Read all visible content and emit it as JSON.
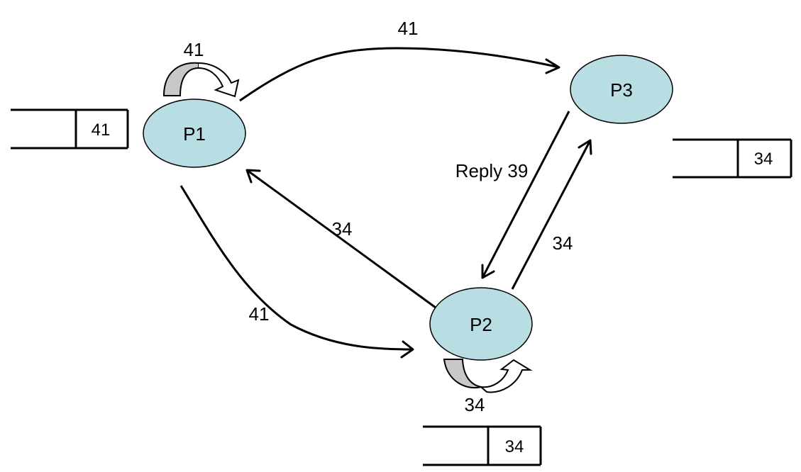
{
  "diagram": {
    "node_fill": "#b8dee3",
    "self_loop_shaded_fill": "#c8c8c8",
    "nodes": [
      {
        "id": "P1",
        "label": "P1"
      },
      {
        "id": "P2",
        "label": "P2"
      },
      {
        "id": "P3",
        "label": "P3"
      }
    ],
    "edges": [
      {
        "from": "P1",
        "to": "P3",
        "label": "41"
      },
      {
        "from": "P1",
        "to": "P2",
        "label": "41"
      },
      {
        "from": "P2",
        "to": "P1",
        "label": "34"
      },
      {
        "from": "P2",
        "to": "P3",
        "label": "34"
      },
      {
        "from": "P3",
        "to": "P2",
        "label": "Reply 39"
      }
    ],
    "self_loops": [
      {
        "node": "P1",
        "label": "41"
      },
      {
        "node": "P2",
        "label": "34"
      }
    ],
    "queues": [
      {
        "node": "P1",
        "value": "41"
      },
      {
        "node": "P3",
        "value": "34"
      },
      {
        "node": "P2",
        "value": "34"
      }
    ]
  }
}
